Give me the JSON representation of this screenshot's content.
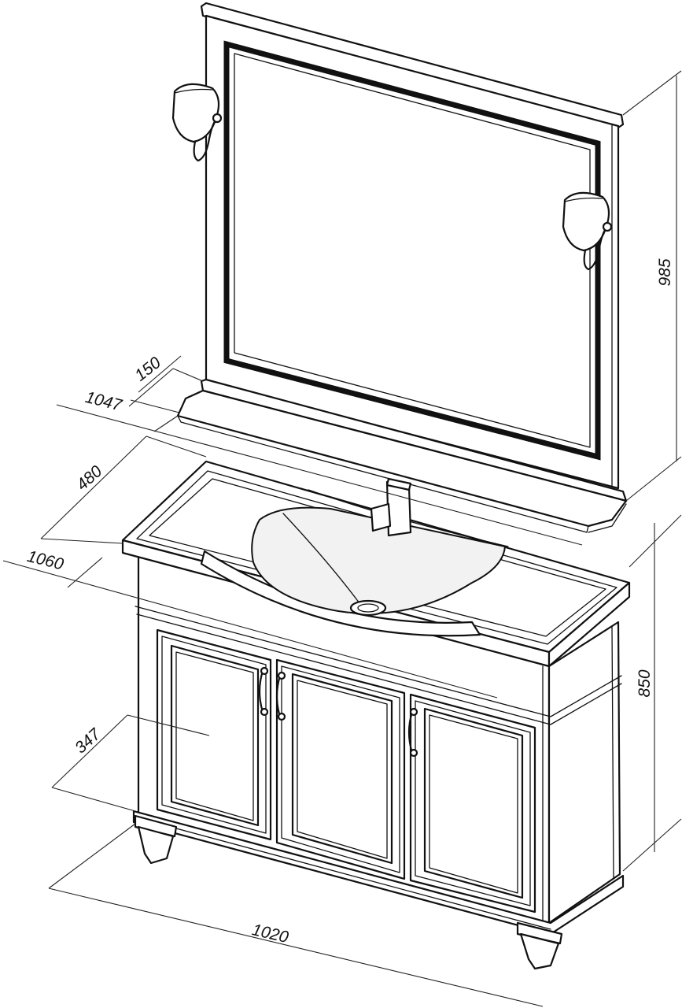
{
  "dimensions": {
    "mirror_height": "985",
    "shelf_depth": "150",
    "mirror_width": "1047",
    "basin_depth": "480",
    "basin_width": "1060",
    "cabinet_height": "850",
    "cabinet_depth": "347",
    "cabinet_width": "1020"
  }
}
